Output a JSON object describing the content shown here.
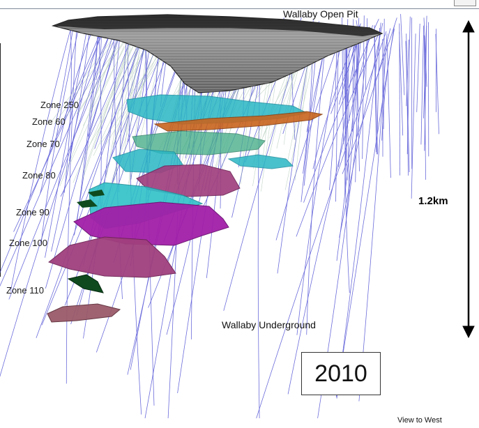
{
  "title": "Wallaby Open Pit",
  "underground_label": "Wallaby Underground",
  "scale": {
    "label": "1.2km"
  },
  "year": "2010",
  "view_label": "View to West",
  "zones": [
    {
      "label": "Zone 250",
      "color": "#2ab7c4"
    },
    {
      "label": "Zone 60",
      "color": "#c8641e"
    },
    {
      "label": "Zone 70",
      "color": "#4ab08c"
    },
    {
      "label": "Zone 80",
      "color": "#a0407e"
    },
    {
      "label": "Zone 90",
      "color": "#30c0c8"
    },
    {
      "label": "Zone 100",
      "color": "#a21fa8"
    },
    {
      "label": "Zone 110",
      "color": "#0e4a1e"
    }
  ],
  "colors": {
    "pit": "#8a8a8a",
    "drillholes": "#3a3ad0",
    "frame": "#7f8a99"
  }
}
